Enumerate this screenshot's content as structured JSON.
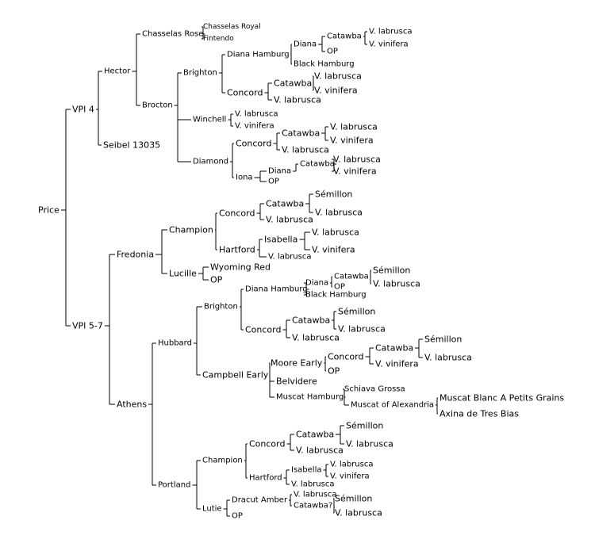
{
  "tree": {
    "label": "Price",
    "children": [
      {
        "label": "VPI 4",
        "children": [
          {
            "label": "Hector",
            "children": [
              {
                "label": "Chasselas Rose",
                "children": [
                  {
                    "label": "Chasselas Royal"
                  },
                  {
                    "label": "Fintendo"
                  }
                ]
              },
              {
                "label": "Brocton",
                "children": [
                  {
                    "label": "Brighton",
                    "children": [
                      {
                        "label": "Diana Hamburg",
                        "children": [
                          {
                            "label": "Diana",
                            "children": [
                              {
                                "label": "Catawba",
                                "children": [
                                  {
                                    "label": "V. labrusca"
                                  },
                                  {
                                    "label": "V. vinifera"
                                  }
                                ]
                              },
                              {
                                "label": "OP"
                              }
                            ]
                          },
                          {
                            "label": "Black Hamburg"
                          }
                        ]
                      },
                      {
                        "label": "Concord",
                        "children": [
                          {
                            "label": "Catawba",
                            "children": [
                              {
                                "label": "V. labrusca"
                              },
                              {
                                "label": "V. vinifera"
                              }
                            ]
                          },
                          {
                            "label": "V. labrusca"
                          }
                        ]
                      }
                    ]
                  },
                  {
                    "label": "Winchell",
                    "children": [
                      {
                        "label": "V. labrusca"
                      },
                      {
                        "label": "V. vinifera"
                      }
                    ]
                  },
                  {
                    "label": "Diamond",
                    "children": [
                      {
                        "label": "Concord",
                        "children": [
                          {
                            "label": "Catawba",
                            "children": [
                              {
                                "label": "V. labrusca"
                              },
                              {
                                "label": "V. vinifera"
                              }
                            ]
                          },
                          {
                            "label": "V. labrusca"
                          }
                        ]
                      },
                      {
                        "label": "Iona",
                        "children": [
                          {
                            "label": "Diana",
                            "children": [
                              {
                                "label": "Catawba",
                                "children": [
                                  {
                                    "label": "V. labrusca"
                                  },
                                  {
                                    "label": "V. vinifera"
                                  }
                                ]
                              }
                            ]
                          },
                          {
                            "label": "OP"
                          }
                        ]
                      }
                    ]
                  }
                ]
              }
            ]
          },
          {
            "label": "Seibel 13035"
          }
        ]
      },
      {
        "label": "VPI 5-7",
        "children": [
          {
            "label": "Fredonia",
            "children": [
              {
                "label": "Champion",
                "children": [
                  {
                    "label": "Concord",
                    "children": [
                      {
                        "label": "Catawba",
                        "children": [
                          {
                            "label": "Sémillon"
                          },
                          {
                            "label": "V. labrusca"
                          }
                        ]
                      },
                      {
                        "label": "V. labrusca"
                      }
                    ]
                  },
                  {
                    "label": "Hartford",
                    "children": [
                      {
                        "label": "Isabella",
                        "children": [
                          {
                            "label": "V. labrusca"
                          },
                          {
                            "label": "V. vinifera"
                          }
                        ]
                      },
                      {
                        "label": "V. labrusca"
                      }
                    ]
                  }
                ]
              },
              {
                "label": "Lucille",
                "children": [
                  {
                    "label": "Wyoming Red"
                  },
                  {
                    "label": "OP"
                  }
                ]
              }
            ]
          },
          {
            "label": "Athens",
            "children": [
              {
                "label": "Hubbard",
                "children": [
                  {
                    "label": "Brighton",
                    "children": [
                      {
                        "label": "Diana Hamburg",
                        "children": [
                          {
                            "label": "Diana",
                            "children": [
                              {
                                "label": "Catawba",
                                "children": [
                                  {
                                    "label": "Sémillon"
                                  },
                                  {
                                    "label": "V. labrusca"
                                  }
                                ]
                              },
                              {
                                "label": "OP"
                              }
                            ]
                          },
                          {
                            "label": "Black Hamburg"
                          }
                        ]
                      },
                      {
                        "label": "Concord",
                        "children": [
                          {
                            "label": "Catawba",
                            "children": [
                              {
                                "label": "Sémillon"
                              },
                              {
                                "label": "V. labrusca"
                              }
                            ]
                          },
                          {
                            "label": "V. labrusca"
                          }
                        ]
                      }
                    ]
                  },
                  {
                    "label": "Campbell Early",
                    "children": [
                      {
                        "label": "Moore Early",
                        "children": [
                          {
                            "label": "Concord",
                            "children": [
                              {
                                "label": "Catawba",
                                "children": [
                                  {
                                    "label": "Sémillon"
                                  },
                                  {
                                    "label": "V. labrusca"
                                  }
                                ]
                              },
                              {
                                "label": "V. vinifera"
                              }
                            ]
                          },
                          {
                            "label": "OP"
                          }
                        ]
                      },
                      {
                        "label": "Belvidere"
                      },
                      {
                        "label": "Muscat Hamburg",
                        "children": [
                          {
                            "label": "Schiava Grossa"
                          },
                          {
                            "label": "Muscat of Alexandria",
                            "children": [
                              {
                                "label": "Muscat Blanc A Petits Grains"
                              },
                              {
                                "label": "Axina de Tres Bias"
                              }
                            ]
                          }
                        ]
                      }
                    ]
                  }
                ]
              },
              {
                "label": "Portland",
                "children": [
                  {
                    "label": "Champion",
                    "children": [
                      {
                        "label": "Concord",
                        "children": [
                          {
                            "label": "Catawba",
                            "children": [
                              {
                                "label": "Sémillon"
                              },
                              {
                                "label": "V. labrusca"
                              }
                            ]
                          },
                          {
                            "label": "V. labrusca"
                          }
                        ]
                      },
                      {
                        "label": "Hartford",
                        "children": [
                          {
                            "label": "Isabella",
                            "children": [
                              {
                                "label": "V. labrusca"
                              },
                              {
                                "label": "V. vinifera"
                              }
                            ]
                          },
                          {
                            "label": "V. labrusca"
                          }
                        ]
                      }
                    ]
                  },
                  {
                    "label": "Lutie",
                    "children": [
                      {
                        "label": "Dracut Amber",
                        "children": [
                          {
                            "label": "V. labrusca"
                          },
                          {
                            "label": "Catawba?",
                            "children": [
                              {
                                "label": "Sémillon"
                              },
                              {
                                "label": "V. labrusca"
                              }
                            ]
                          }
                        ]
                      },
                      {
                        "label": "OP"
                      }
                    ]
                  }
                ]
              }
            ]
          }
        ]
      }
    ]
  }
}
